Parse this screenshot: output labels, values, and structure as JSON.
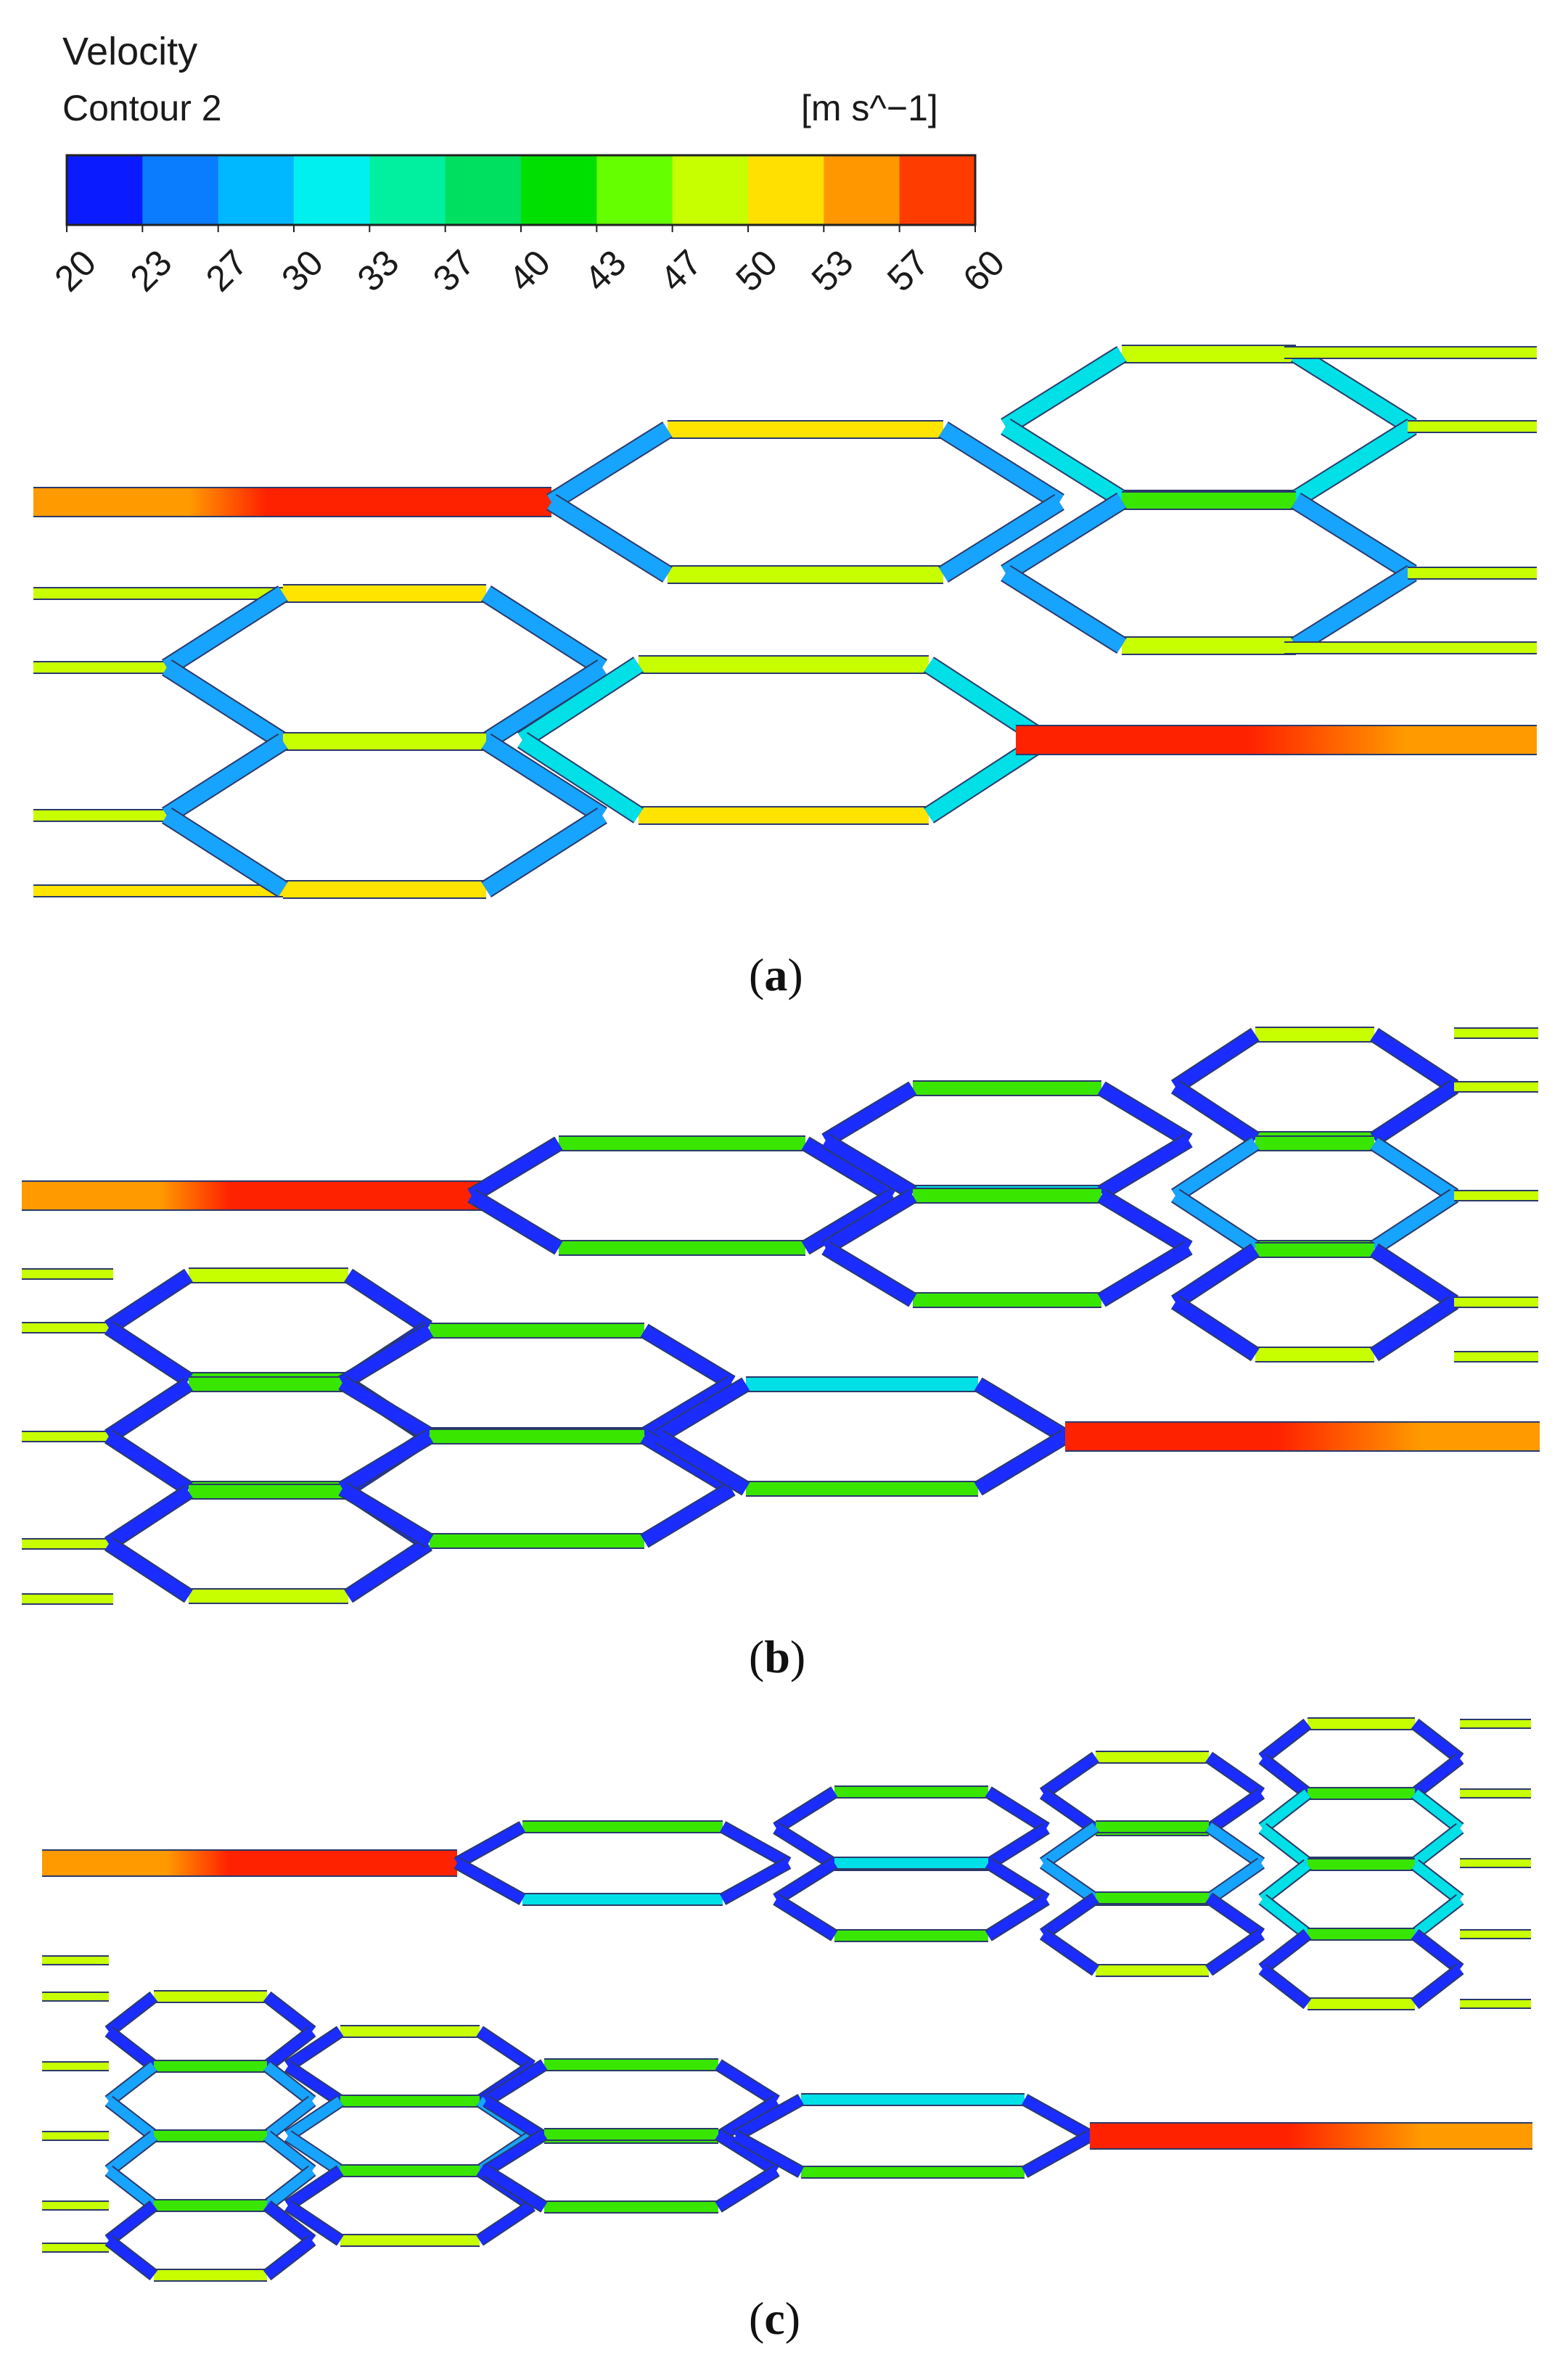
{
  "legend": {
    "title": "Velocity",
    "subtitle": "Contour 2",
    "units": "[m s^−1]",
    "ticks": [
      "20",
      "23",
      "27",
      "30",
      "33",
      "37",
      "40",
      "43",
      "47",
      "50",
      "53",
      "57",
      "60"
    ],
    "colors": [
      "#0a1bff",
      "#0a7dff",
      "#00b8ff",
      "#00f0f0",
      "#00f0a0",
      "#00e060",
      "#00e000",
      "#66ff00",
      "#c8ff00",
      "#ffe000",
      "#ff9800",
      "#ff3c00"
    ]
  },
  "panels": [
    {
      "caption_open": "(",
      "caption_letter": "a",
      "caption_close": ")",
      "inlet_velocity_color": "#ff2000",
      "branch_levels": 3
    },
    {
      "caption_open": "(",
      "caption_letter": "b",
      "caption_close": ")",
      "inlet_velocity_color": "#ff2000",
      "branch_levels": 4
    },
    {
      "caption_open": "(",
      "caption_letter": "c",
      "caption_close": ")",
      "inlet_velocity_color": "#ff2000",
      "branch_levels": 5
    }
  ]
}
